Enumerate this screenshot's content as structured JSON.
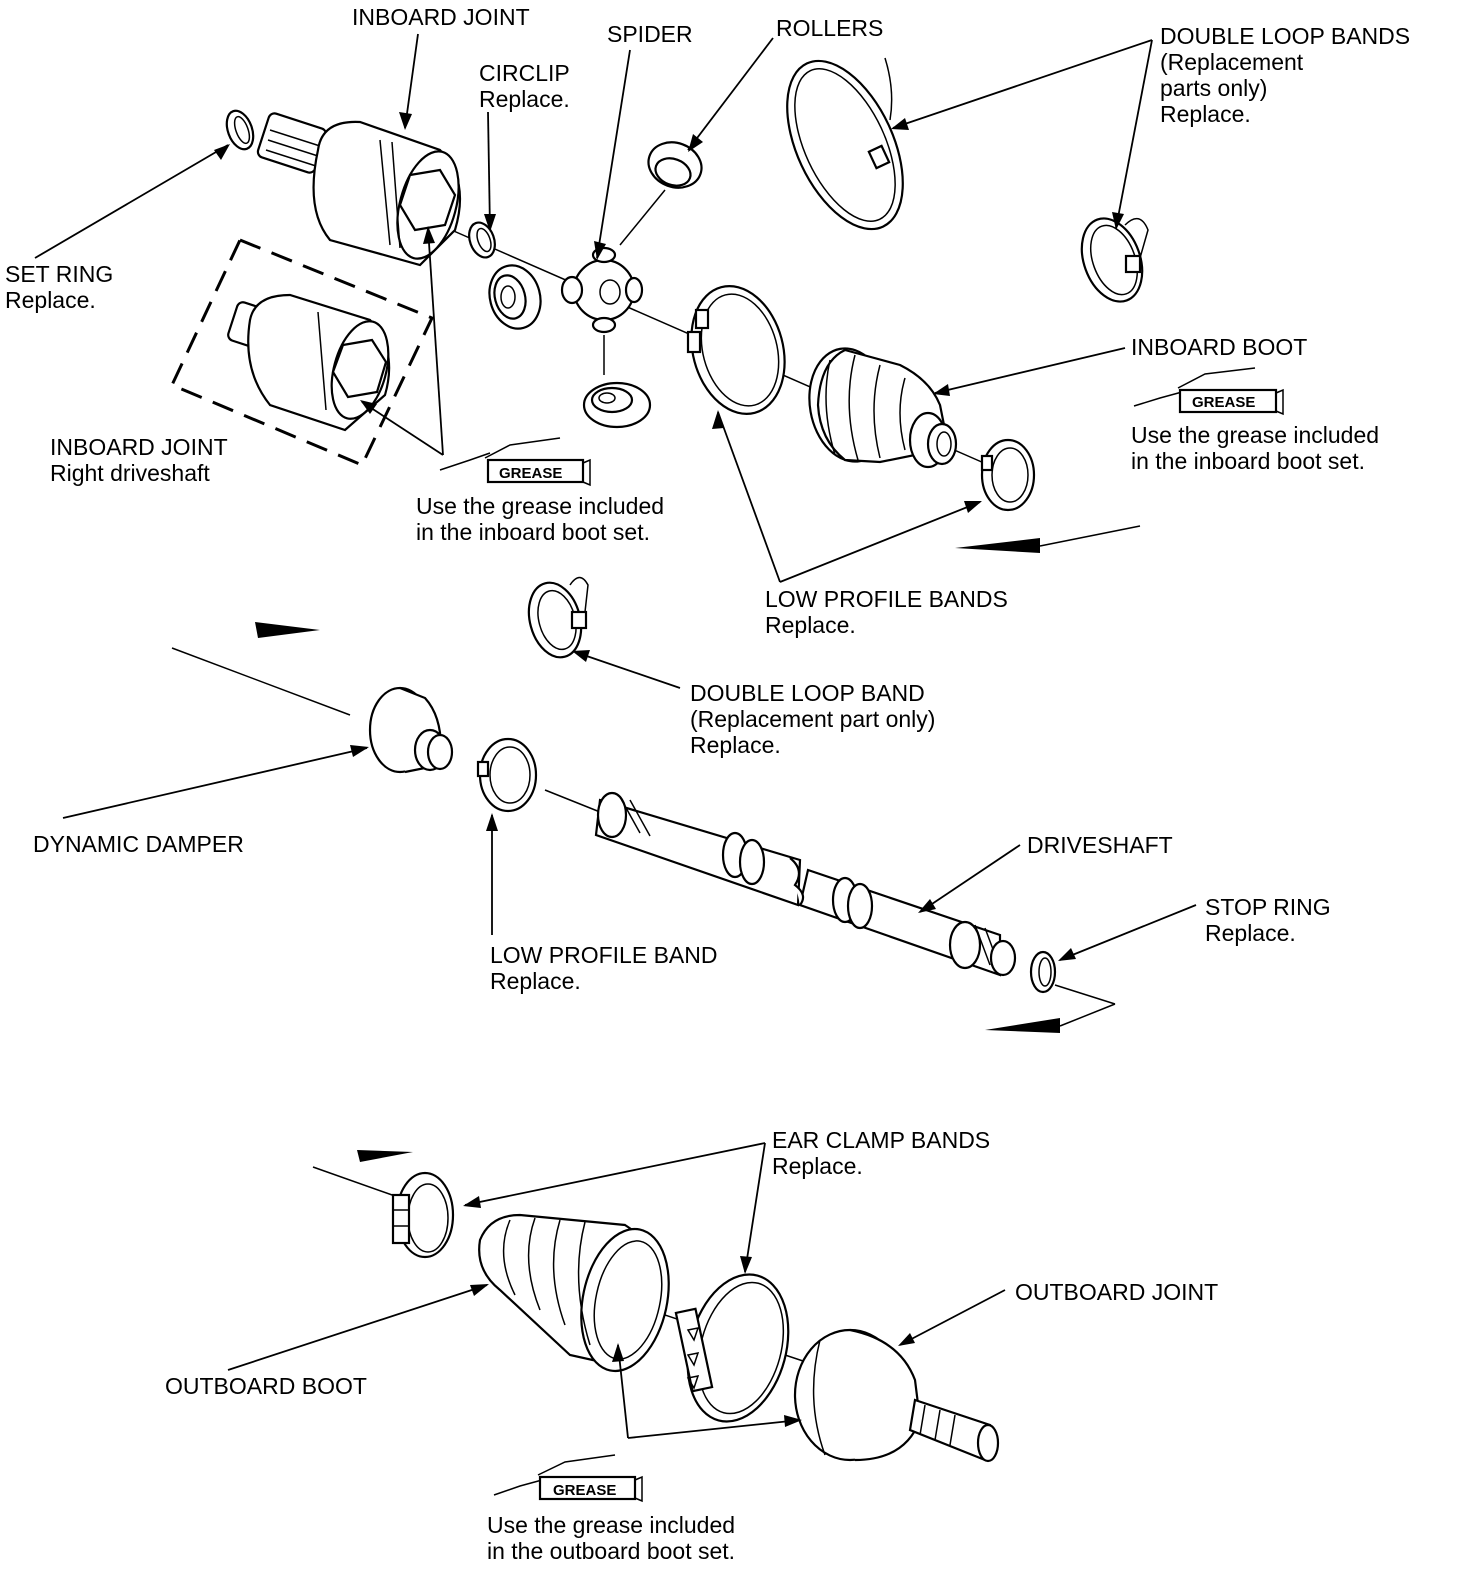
{
  "labels": {
    "inboard_joint": "INBOARD JOINT",
    "spider": "SPIDER",
    "rollers": "ROLLERS",
    "circlip": {
      "name": "CIRCLIP",
      "note": "Replace."
    },
    "double_loop_bands": {
      "name": "DOUBLE LOOP BANDS",
      "note1": "(Replacement",
      "note2": "parts only)",
      "note3": "Replace."
    },
    "set_ring": {
      "name": "SET RING",
      "note": "Replace."
    },
    "inboard_boot": "INBOARD BOOT",
    "inboard_joint_right": {
      "name": "INBOARD JOINT",
      "note": "Right driveshaft"
    },
    "grease_inboard_left": {
      "line1": "Use the grease included",
      "line2": "in the inboard boot set."
    },
    "grease_inboard_right": {
      "line1": "Use the grease included",
      "line2": "in the inboard boot set."
    },
    "low_profile_bands": {
      "name": "LOW PROFILE BANDS",
      "note": "Replace."
    },
    "double_loop_band": {
      "name": "DOUBLE LOOP BAND",
      "note1": "(Replacement part only)",
      "note2": "Replace."
    },
    "dynamic_damper": "DYNAMIC DAMPER",
    "driveshaft": "DRIVESHAFT",
    "stop_ring": {
      "name": "STOP RING",
      "note": "Replace."
    },
    "low_profile_band": {
      "name": "LOW PROFILE BAND",
      "note": "Replace."
    },
    "ear_clamp_bands": {
      "name": "EAR CLAMP BANDS",
      "note": "Replace."
    },
    "outboard_joint": "OUTBOARD JOINT",
    "outboard_boot": "OUTBOARD BOOT",
    "grease_outboard": {
      "line1": "Use the grease included",
      "line2": "in the outboard boot set."
    }
  },
  "grease_tube_text": "GREASE"
}
